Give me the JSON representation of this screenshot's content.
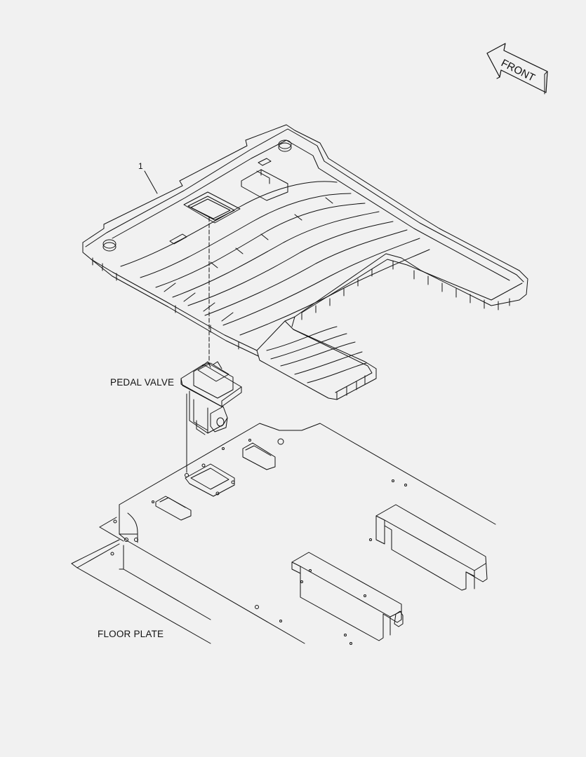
{
  "labels": {
    "pedal_valve": "PEDAL VALVE",
    "floor_plate": "FLOOR PLATE",
    "callout_1": "1",
    "front": "FRONT"
  },
  "colors": {
    "background": "#f1f1f1",
    "line": "#111111"
  }
}
